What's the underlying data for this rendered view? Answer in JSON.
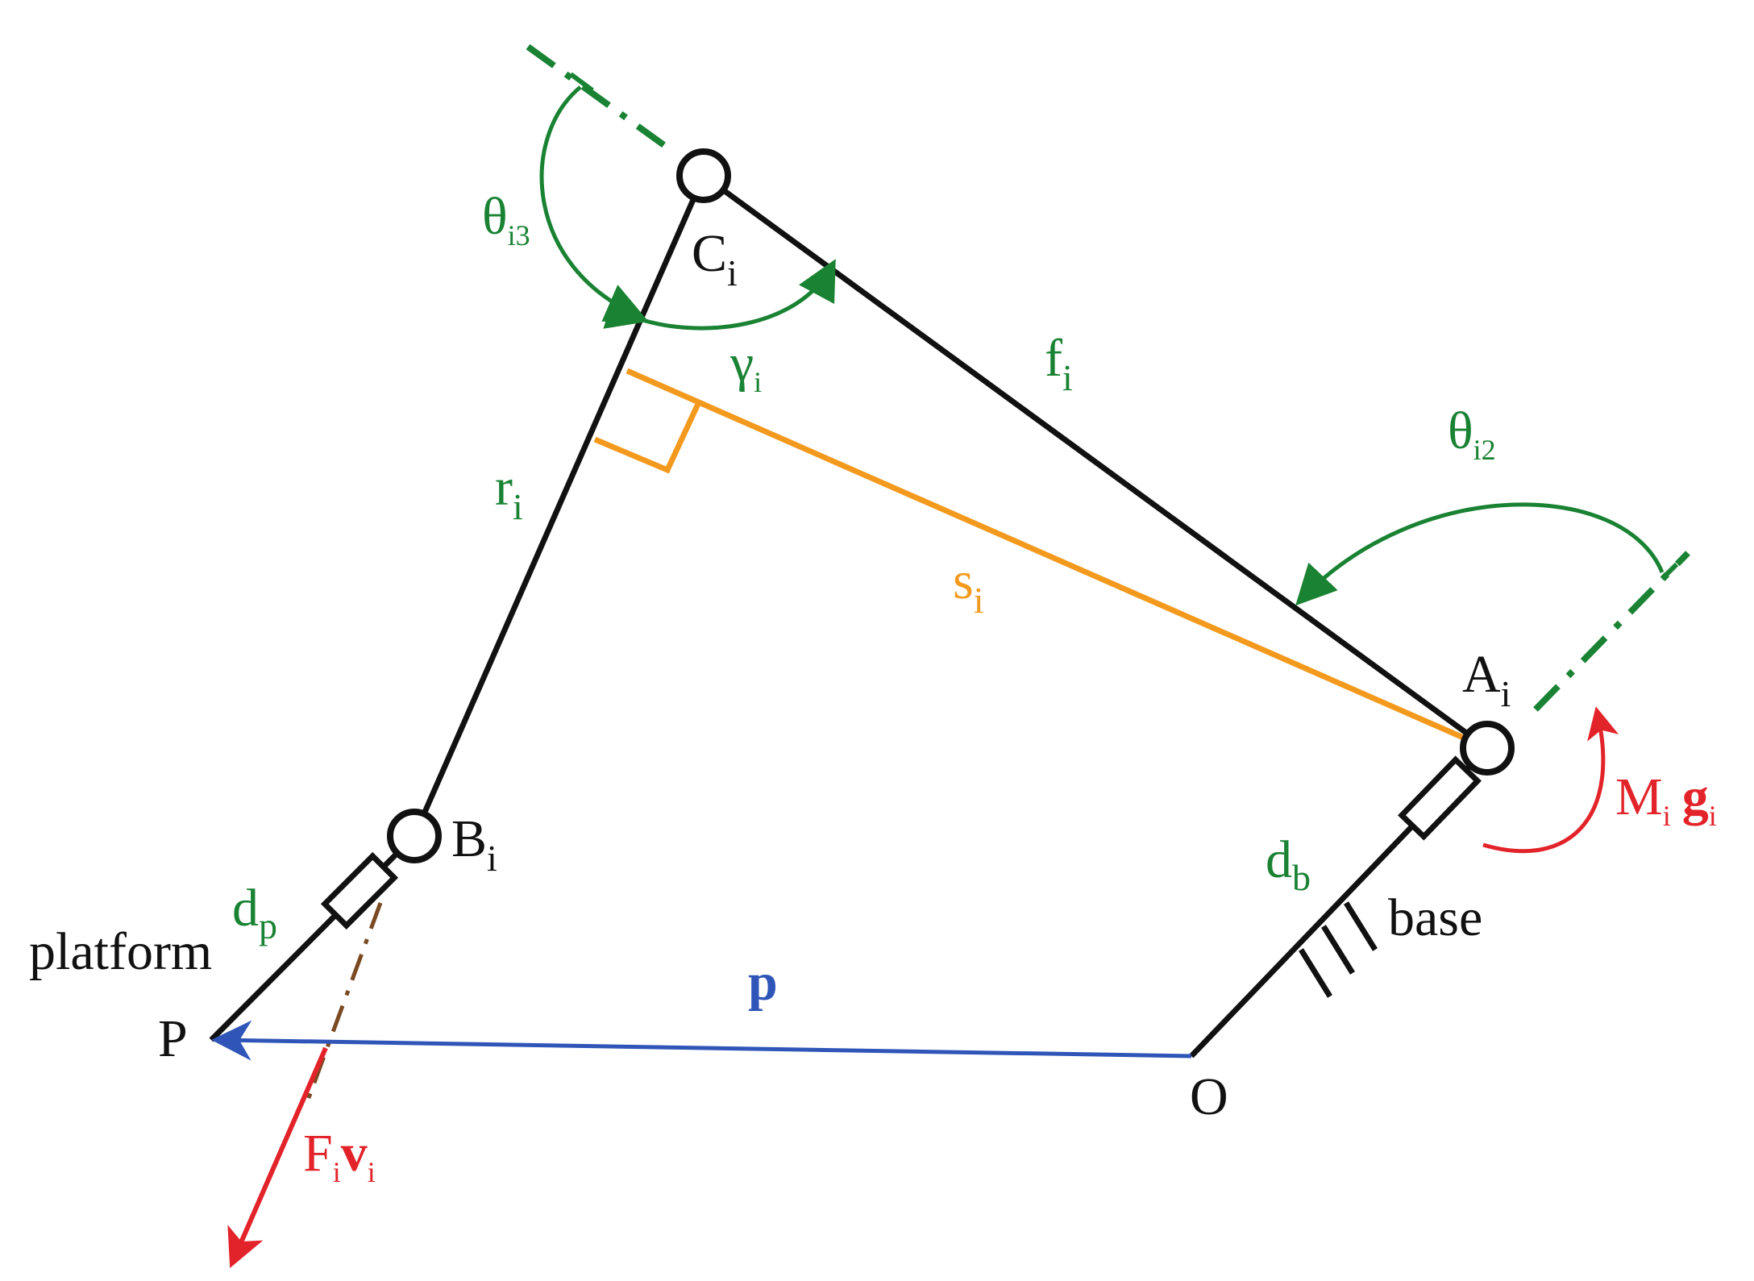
{
  "colors": {
    "link": "#111111",
    "green": "#1a8233",
    "orange": "#f39a1e",
    "blue": "#2f55b8",
    "red": "#e3232a",
    "brown": "#7a4a22"
  },
  "labels": {
    "theta_i3": {
      "main": "θ",
      "sub": "i3"
    },
    "C_i": {
      "main": "C",
      "sub": "i"
    },
    "gamma_i": {
      "main": "γ",
      "sub": "i"
    },
    "f_i": {
      "main": "f",
      "sub": "i"
    },
    "theta_i2": {
      "main": "θ",
      "sub": "i2"
    },
    "r_i": {
      "main": "r",
      "sub": "i"
    },
    "s_i": {
      "main": "s",
      "sub": "i"
    },
    "A_i": {
      "main": "A",
      "sub": "i"
    },
    "M_i_g_i": {
      "main1": "M",
      "sub1": "i",
      "main2": "g",
      "sub2": "i"
    },
    "B_i": {
      "main": "B",
      "sub": "i"
    },
    "d_p": {
      "main": "d",
      "sub": "p"
    },
    "d_b": {
      "main": "d",
      "sub": "b"
    },
    "base": "base",
    "platform": "platform",
    "p": "p",
    "P": "P",
    "O": "O",
    "F_i_v_i": {
      "main1": "F",
      "sub1": "i",
      "main2": "v",
      "sub2": "i"
    }
  }
}
